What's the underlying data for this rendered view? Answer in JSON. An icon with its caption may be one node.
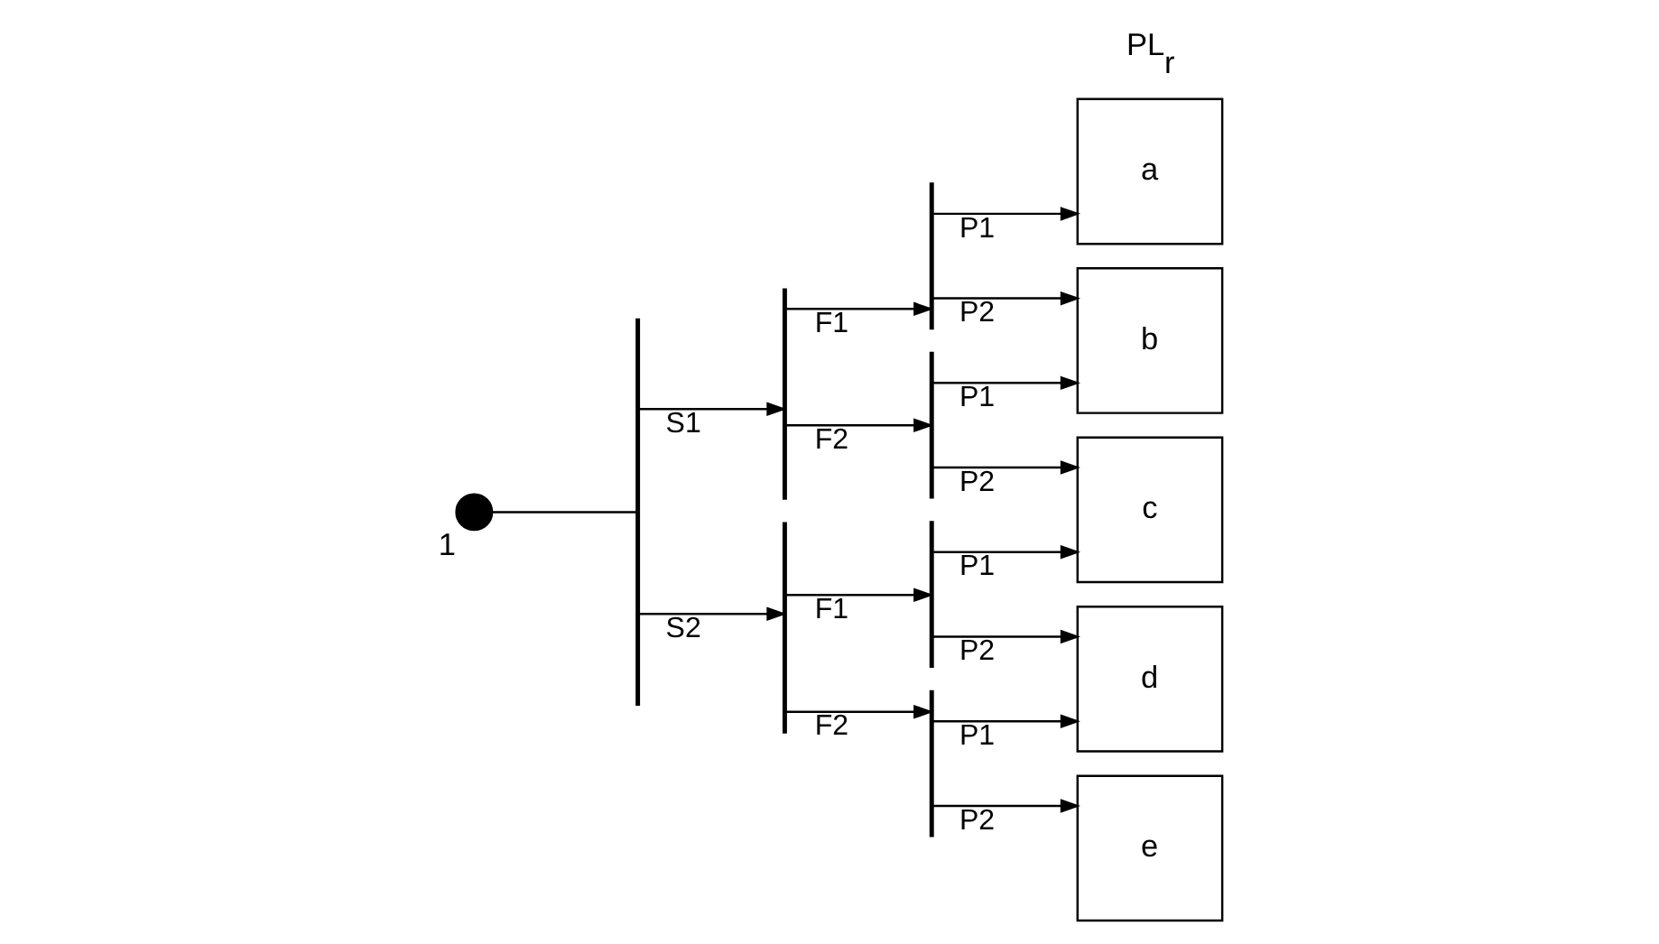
{
  "diagram": {
    "nodes": [
      {
        "text": [],
        "shape": "circle",
        "beside": [
          "1"
        ]
      },
      {
        "text": [],
        "shape": "bar"
      },
      {
        "text": [],
        "shape": "bar"
      },
      {
        "text": [],
        "shape": "bar"
      },
      {
        "text": [],
        "shape": "bar"
      },
      {
        "text": [],
        "shape": "bar"
      },
      {
        "text": [],
        "shape": "bar"
      },
      {
        "text": [],
        "shape": "bar"
      },
      {
        "text": [
          "a"
        ]
      },
      {
        "text": [
          "b"
        ]
      },
      {
        "text": [
          "c"
        ]
      },
      {
        "text": [
          "d"
        ]
      },
      {
        "text": [
          "e"
        ]
      }
    ],
    "edges": [
      {
        "from": 0,
        "to": 1,
        "arrow": "none"
      },
      {
        "from": 1,
        "to": 2,
        "arrow": "to",
        "label": "S1"
      },
      {
        "from": 1,
        "to": 3,
        "arrow": "to",
        "label": "S2"
      },
      {
        "from": 2,
        "to": 4,
        "arrow": "to",
        "label": "F1"
      },
      {
        "from": 2,
        "to": 5,
        "arrow": "to",
        "label": "F2"
      },
      {
        "from": 3,
        "to": 6,
        "arrow": "to",
        "label": "F1"
      },
      {
        "from": 3,
        "to": 7,
        "arrow": "to",
        "label": "F2"
      },
      {
        "from": 4,
        "to": 8,
        "arrow": "to",
        "label": "P1"
      },
      {
        "from": 4,
        "to": 9,
        "arrow": "to",
        "label": "P2"
      },
      {
        "from": 5,
        "to": 9,
        "arrow": "to",
        "label": "P1"
      },
      {
        "from": 5,
        "to": 10,
        "arrow": "to",
        "label": "P2"
      },
      {
        "from": 6,
        "to": 10,
        "arrow": "to",
        "label": "P1"
      },
      {
        "from": 6,
        "to": 11,
        "arrow": "to",
        "label": "P2"
      },
      {
        "from": 7,
        "to": 11,
        "arrow": "to",
        "label": "P1"
      },
      {
        "from": 7,
        "to": 12,
        "arrow": "to",
        "label": "P2"
      }
    ],
    "labels": [
      "PL$_{r}$"
    ]
  }
}
